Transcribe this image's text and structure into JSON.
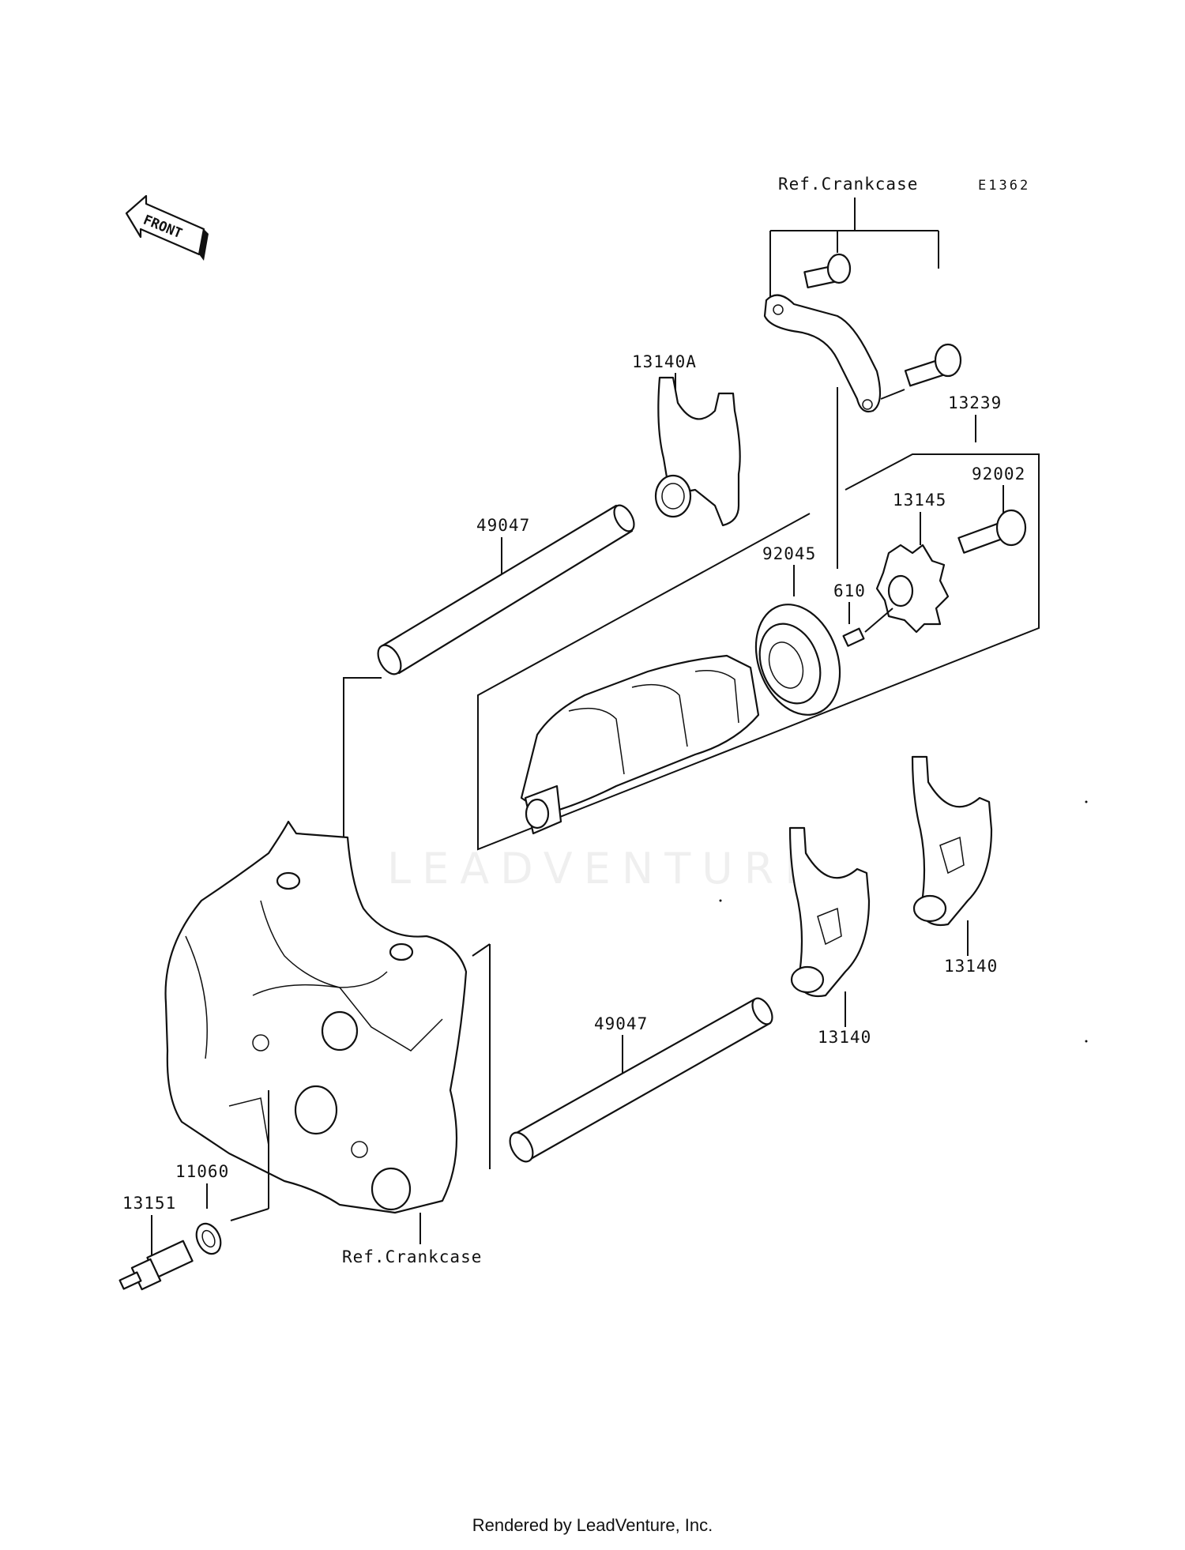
{
  "diagram_code": "E1362",
  "front_label": "FRONT",
  "watermark": "LEADVENTURE",
  "footer": "Rendered by LeadVenture, Inc.",
  "labels": {
    "ref_crankcase_top": "Ref.Crankcase",
    "ref_crankcase_bottom": "Ref.Crankcase",
    "p13140A": "13140A",
    "p13239": "13239",
    "p92002": "92002",
    "p13145": "13145",
    "p92045": "92045",
    "p610": "610",
    "p49047_top": "49047",
    "p49047_bottom": "49047",
    "p13140_left": "13140",
    "p13140_right": "13140",
    "p11060": "11060",
    "p13151": "13151"
  }
}
